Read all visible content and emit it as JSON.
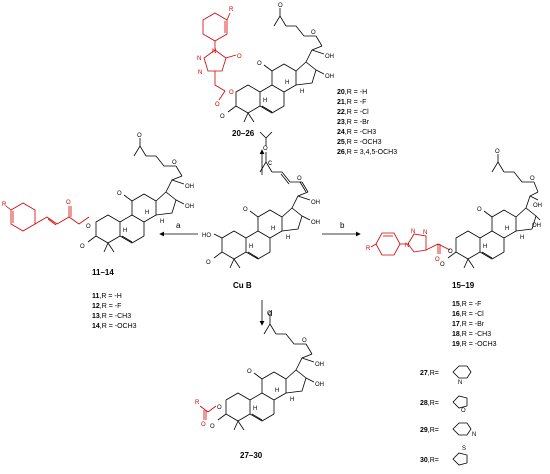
{
  "center": {
    "label": "Cu B",
    "atoms": [
      "HO",
      "O",
      "O",
      "O",
      "O",
      "OH",
      "OH",
      "H",
      "H",
      "H"
    ]
  },
  "steps": {
    "a": "a",
    "b": "b",
    "c": "c",
    "d": "d"
  },
  "top": {
    "range": "20–26",
    "r_symbol": "R",
    "atoms": [
      "N",
      "N",
      "N",
      "O",
      "O",
      "O",
      "O",
      "O",
      "O",
      "OH",
      "OH",
      "H",
      "H",
      "H",
      "O"
    ],
    "substituents": [
      {
        "num": "20",
        "text": ",R = -H"
      },
      {
        "num": "21",
        "text": ",R = -F"
      },
      {
        "num": "22",
        "text": ",R = -Cl"
      },
      {
        "num": "23",
        "text": ",R = -Br"
      },
      {
        "num": "24",
        "text": ",R = -CH3"
      },
      {
        "num": "25",
        "text": ",R = -OCH3"
      },
      {
        "num": "26",
        "text": ",R = 3,4,5-OCH3"
      }
    ]
  },
  "left": {
    "range": "11–14",
    "r_symbol": "R",
    "atoms": [
      "O",
      "O",
      "O",
      "O",
      "O",
      "OH",
      "OH",
      "H",
      "H",
      "H",
      "O"
    ],
    "substituents": [
      {
        "num": "11",
        "text": ",R = -H"
      },
      {
        "num": "12",
        "text": ",R = -F"
      },
      {
        "num": "13",
        "text": ",R = -CH3"
      },
      {
        "num": "14",
        "text": ",R = -OCH3"
      }
    ]
  },
  "right": {
    "range": "15–19",
    "r_symbol": "R",
    "atoms": [
      "N",
      "N",
      "N",
      "O",
      "O",
      "O",
      "O",
      "O",
      "OH",
      "OH",
      "H",
      "H",
      "H",
      "O"
    ],
    "substituents": [
      {
        "num": "15",
        "text": ",R = -F"
      },
      {
        "num": "16",
        "text": ",R = -Cl"
      },
      {
        "num": "17",
        "text": ",R = -Br"
      },
      {
        "num": "18",
        "text": ",R = -CH3"
      },
      {
        "num": "19",
        "text": ",R = -OCH3"
      }
    ]
  },
  "bottom": {
    "range": "27–30",
    "r_symbol": "R",
    "atoms": [
      "O",
      "O",
      "O",
      "O",
      "O",
      "OH",
      "OH",
      "H",
      "H",
      "H",
      "O"
    ],
    "heteroaryls": [
      {
        "num": "27",
        "text": ",R=",
        "ring_atom": "N"
      },
      {
        "num": "28",
        "text": ",R=",
        "ring_atom": "O"
      },
      {
        "num": "29",
        "text": ",R=",
        "ring_atom": "N"
      },
      {
        "num": "30",
        "text": ",R=",
        "ring_atom": "S"
      }
    ]
  },
  "colors": {
    "highlight": "#d40000",
    "ink": "#000000"
  }
}
